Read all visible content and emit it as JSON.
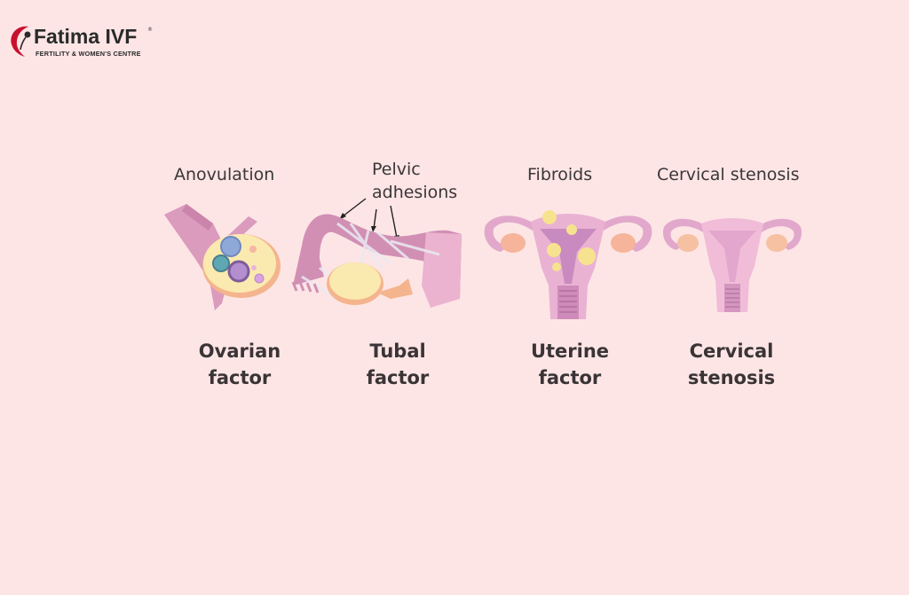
{
  "brand": {
    "name": "Fatima IVF",
    "trademark": "®",
    "tagline": "FERTILITY & WOMEN'S CENTRE",
    "accent_color": "#c8102e"
  },
  "background_color": "#fde5e5",
  "panels": [
    {
      "id": "ovarian",
      "illustration_label": "Anovulation",
      "caption_line1": "Ovarian",
      "caption_line2": "factor",
      "icon": "ovary-anovulation-illustration"
    },
    {
      "id": "tubal",
      "illustration_label_line1": "Pelvic",
      "illustration_label_line2": "adhesions",
      "caption_line1": "Tubal",
      "caption_line2": "factor",
      "icon": "fallopian-tube-adhesions-illustration"
    },
    {
      "id": "uterine",
      "illustration_label": "Fibroids",
      "caption_line1": "Uterine",
      "caption_line2": "factor",
      "icon": "uterus-fibroids-illustration"
    },
    {
      "id": "cervical",
      "illustration_label": "Cervical stenosis",
      "caption_line1": "Cervical",
      "caption_line2": "stenosis",
      "icon": "uterus-cervical-stenosis-illustration"
    }
  ]
}
